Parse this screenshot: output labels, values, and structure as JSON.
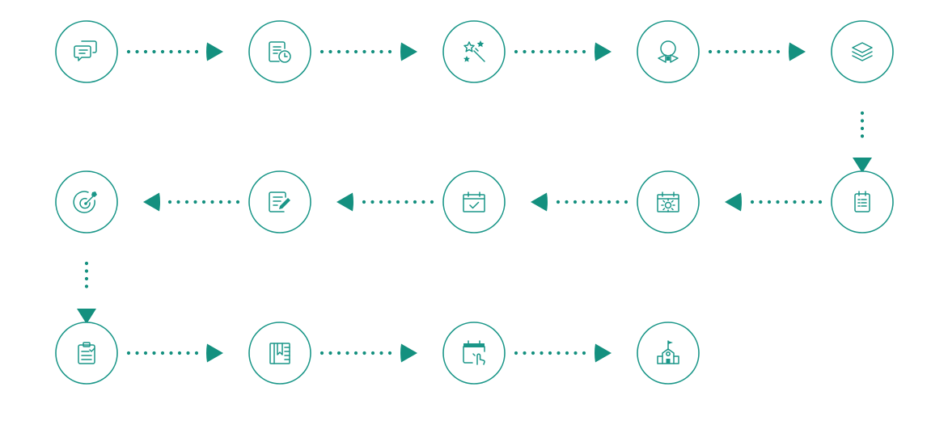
{
  "diagram": {
    "accent_color": "#1a9688",
    "arrow_color": "#14907f",
    "background_color": "#ffffff",
    "steps": [
      {
        "icon": "chat-bubbles-icon"
      },
      {
        "icon": "document-clock-icon"
      },
      {
        "icon": "magic-wand-stars-icon"
      },
      {
        "icon": "person-bowtie-icon"
      },
      {
        "icon": "layers-stack-icon"
      },
      {
        "icon": "clipboard-list-icon"
      },
      {
        "icon": "calendar-sun-icon"
      },
      {
        "icon": "calendar-check-icon"
      },
      {
        "icon": "document-edit-icon"
      },
      {
        "icon": "target-arrow-icon"
      },
      {
        "icon": "clipboard-checklist-icon"
      },
      {
        "icon": "notebook-bookmark-icon"
      },
      {
        "icon": "calendar-click-icon"
      },
      {
        "icon": "school-building-flag-icon"
      }
    ],
    "connections": [
      {
        "from": 0,
        "to": 1,
        "direction": "right"
      },
      {
        "from": 1,
        "to": 2,
        "direction": "right"
      },
      {
        "from": 2,
        "to": 3,
        "direction": "right"
      },
      {
        "from": 3,
        "to": 4,
        "direction": "right"
      },
      {
        "from": 4,
        "to": 5,
        "direction": "down"
      },
      {
        "from": 5,
        "to": 6,
        "direction": "left"
      },
      {
        "from": 6,
        "to": 7,
        "direction": "left"
      },
      {
        "from": 7,
        "to": 8,
        "direction": "left"
      },
      {
        "from": 8,
        "to": 9,
        "direction": "left"
      },
      {
        "from": 9,
        "to": 10,
        "direction": "down"
      },
      {
        "from": 10,
        "to": 11,
        "direction": "right"
      },
      {
        "from": 11,
        "to": 12,
        "direction": "right"
      },
      {
        "from": 12,
        "to": 13,
        "direction": "right"
      }
    ]
  }
}
